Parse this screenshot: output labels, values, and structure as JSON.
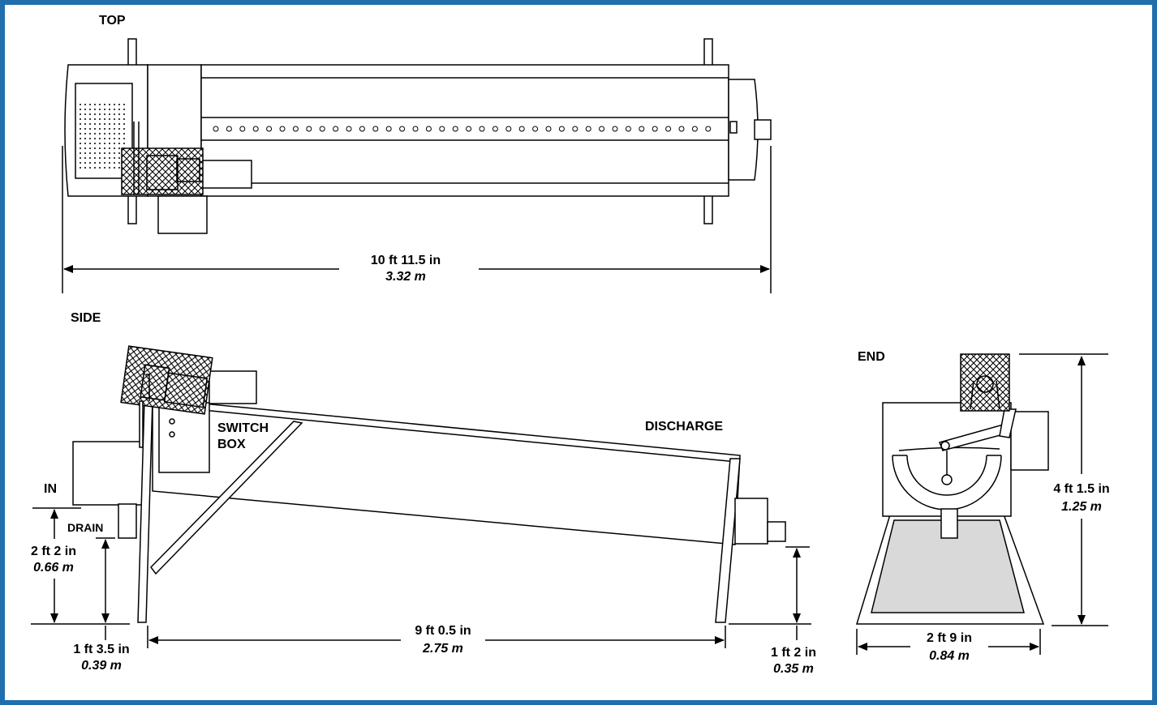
{
  "views": {
    "top": "TOP",
    "side": "SIDE",
    "end": "END"
  },
  "callouts": {
    "switch_box_line1": "SWITCH",
    "switch_box_line2": "BOX",
    "discharge": "DISCHARGE",
    "inlet": "IN",
    "drain": "DRAIN"
  },
  "dimensions": {
    "overall_length": {
      "imperial": "10 ft 11.5 in",
      "metric": "3.32 m"
    },
    "inlet_height": {
      "imperial": "2 ft 2 in",
      "metric": "0.66 m"
    },
    "drain_height": {
      "imperial": "1 ft 3.5 in",
      "metric": "0.39 m"
    },
    "leg_span": {
      "imperial": "9 ft 0.5 in",
      "metric": "2.75 m"
    },
    "discharge_height": {
      "imperial": "1 ft 2 in",
      "metric": "0.35 m"
    },
    "end_height": {
      "imperial": "4 ft 1.5 in",
      "metric": "1.25 m"
    },
    "end_width": {
      "imperial": "2 ft 9 in",
      "metric": "0.84 m"
    }
  },
  "colors": {
    "border": "#1f6fad",
    "line": "#000000",
    "shade": "#d9d9d9"
  }
}
